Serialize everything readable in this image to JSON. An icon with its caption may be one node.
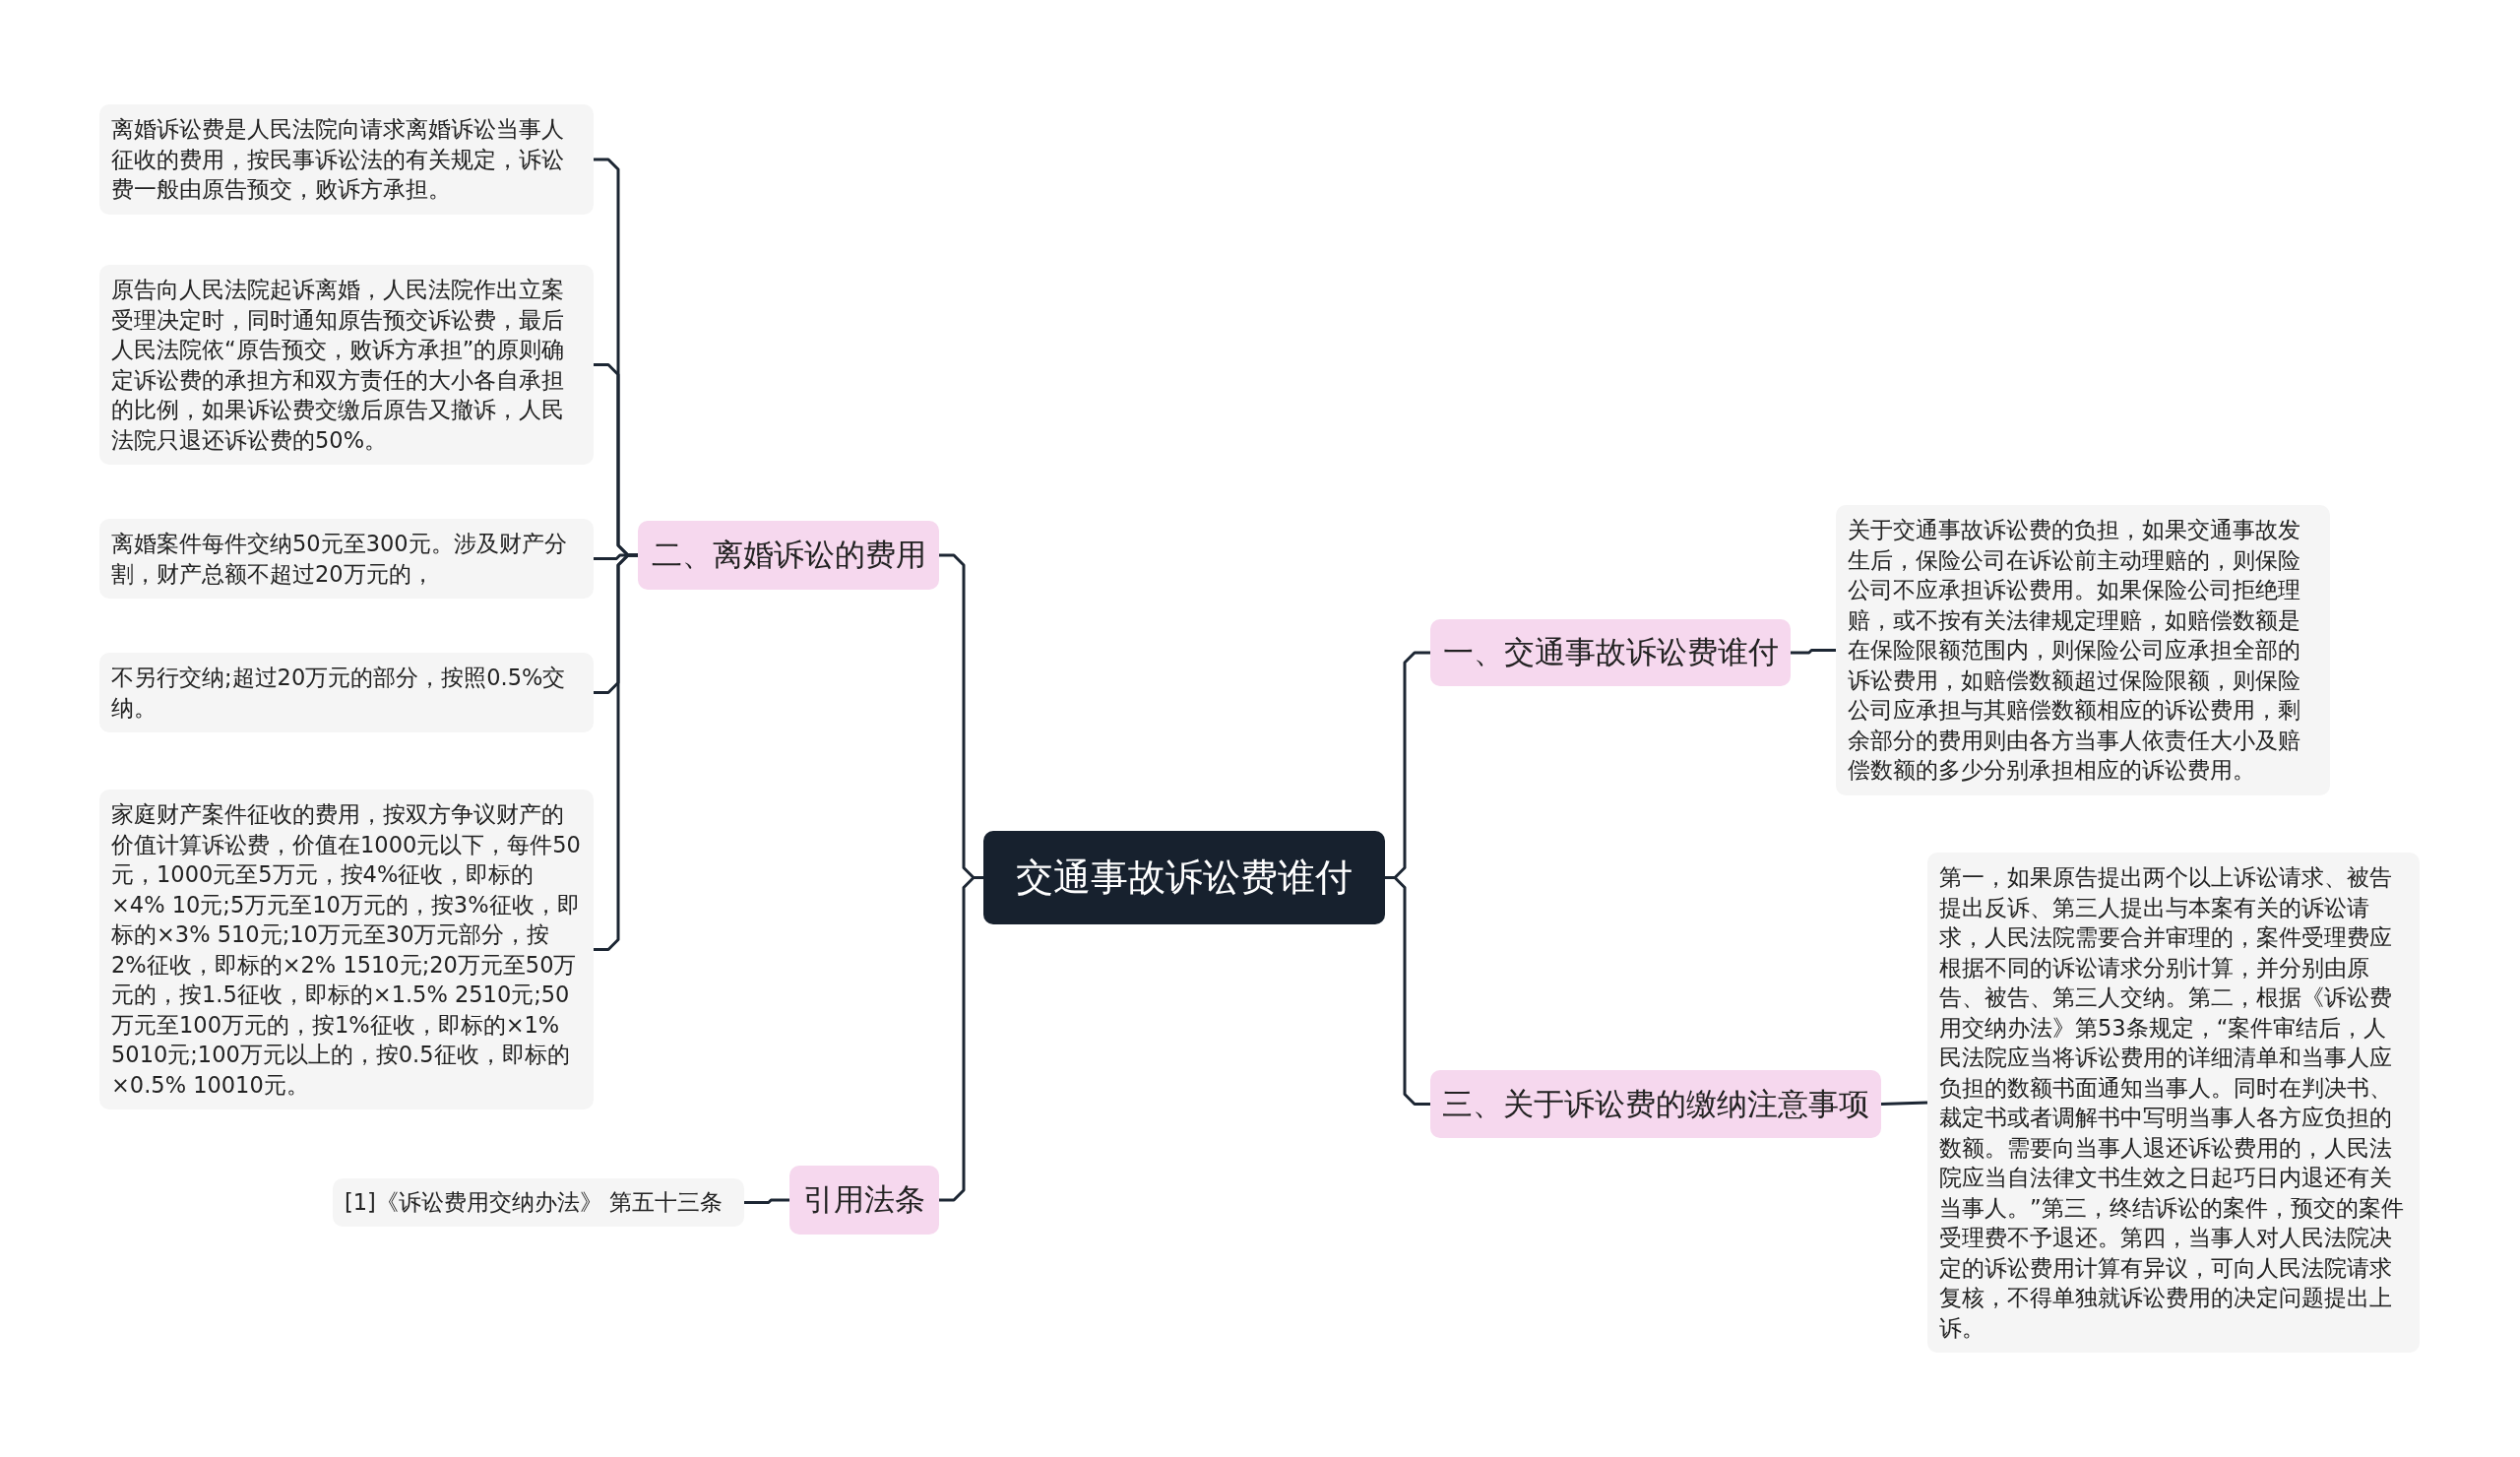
{
  "diagram": {
    "nodes": [
      {
        "text": [
          "交通事故诉讼费谁付"
        ]
      },
      {
        "text": [
          "一、交通事故诉讼费谁付"
        ]
      },
      {
        "text": [
          "关于交通事故诉讼费的负担，如果交通事故发生后，保险公司在诉讼前主动理赔的，则保险公司不应承担诉讼费用。如果保险公司拒绝理赔，或不按有关法律规定理赔，如赔偿数额是在保险限额范围内，则保险公司应承担全部的诉讼费用，如赔偿数额超过保险限额，则保险公司应承担与其赔偿数额相应的诉讼费用，剩余部分的费用则由各方当事人依责任大小及赔偿数额的多少分别承担相应的诉讼费用。"
        ]
      },
      {
        "text": [
          "三、关于诉讼费的缴纳注意事项"
        ]
      },
      {
        "text": [
          "第一，如果原告提出两个以上诉讼请求、被告提出反诉、第三人提出与本案有关的诉讼请求，人民法院需要合并审理的，案件受理费应根据不同的诉讼请求分别计算，并分别由原告、被告、第三人交纳。第二，根据《诉讼费用交纳办法》第53条规定，“案件审结后，人民法院应当将诉讼费用的详细清单和当事人应负担的数额书面通知当事人。同时在判决书、裁定书或者调解书中写明当事人各方应负担的数额。需要向当事人退还诉讼费用的，人民法院应当自法律文书生效之日起巧日内退还有关当事人。”第三，终结诉讼的案件，预交的案件受理费不予退还。第四，当事人对人民法院决定的诉讼费用计算有异议，可向人民法院请求复核，不得单独就诉讼费用的决定问题提出上诉。"
        ]
      },
      {
        "text": [
          "二、离婚诉讼的费用"
        ]
      },
      {
        "text": [
          "离婚诉讼费是人民法院向请求离婚诉讼当事人征收的费用，按民事诉讼法的有关规定，诉讼费一般由原告预交，败诉方承担。"
        ]
      },
      {
        "text": [
          "原告向人民法院起诉离婚，人民法院作出立案受理决定时，同时通知原告预交诉讼费，最后人民法院依“原告预交，败诉方承担”的原则确定诉讼费的承担方和双方责任的大小各自承担的比例，如果诉讼费交缴后原告又撤诉，人民法院只退还诉讼费的50%。"
        ]
      },
      {
        "text": [
          "离婚案件每件交纳50元至300元。涉及财产分割，财产总额不超过20万元的，"
        ]
      },
      {
        "text": [
          "不另行交纳;超过20万元的部分，按照0.5%交纳。"
        ]
      },
      {
        "text": [
          "家庭财产案件征收的费用，按双方争议财产的价值计算诉讼费，价值在1000元以下，每件50元，1000元至5万元，按4%征收，即标的×4% 10元;5万元至10万元的，按3%征收，即标的×3% 510元;10万元至30万元部分，按2%征收，即标的×2% 1510元;20万元至50万元的，按1.5征收，即标的×1.5% 2510元;50万元至100万元的，按1%征收，即标的×1% 5010元;100万元以上的，按0.5征收，即标的×0.5% 10010元。"
        ]
      },
      {
        "text": [
          "引用法条"
        ]
      },
      {
        "text": [
          "[1]《诉讼费用交纳办法》 第五十三条"
        ]
      }
    ],
    "edges": [
      {
        "from": 0,
        "to": 1,
        "arrow": "none"
      },
      {
        "from": 1,
        "to": 2,
        "arrow": "none"
      },
      {
        "from": 0,
        "to": 3,
        "arrow": "none"
      },
      {
        "from": 3,
        "to": 4,
        "arrow": "none"
      },
      {
        "from": 0,
        "to": 5,
        "arrow": "none"
      },
      {
        "from": 5,
        "to": 6,
        "arrow": "none"
      },
      {
        "from": 5,
        "to": 7,
        "arrow": "none"
      },
      {
        "from": 5,
        "to": 8,
        "arrow": "none"
      },
      {
        "from": 5,
        "to": 9,
        "arrow": "none"
      },
      {
        "from": 5,
        "to": 10,
        "arrow": "none"
      },
      {
        "from": 0,
        "to": 11,
        "arrow": "none"
      },
      {
        "from": 11,
        "to": 12,
        "arrow": "none"
      }
    ]
  }
}
